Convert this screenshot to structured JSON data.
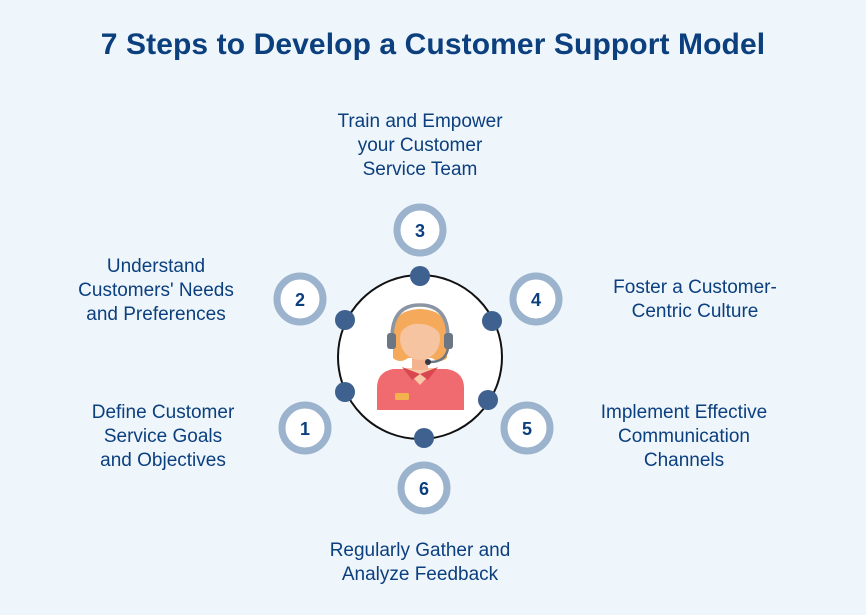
{
  "title": "7 Steps to Develop a Customer Support Model",
  "colors": {
    "title": "#0b3f7e",
    "ring": "#9cb3cd",
    "dot": "#3f618f",
    "background": "#eef5fb",
    "number": "#0b3f7e"
  },
  "steps": [
    {
      "number": "1",
      "label": "Define Customer\nService Goals\nand Objectives"
    },
    {
      "number": "2",
      "label": "Understand\nCustomers' Needs\nand Preferences"
    },
    {
      "number": "3",
      "label": "Train and Empower\nyour Customer\nService Team"
    },
    {
      "number": "4",
      "label": "Foster a Customer-\nCentric Culture"
    },
    {
      "number": "5",
      "label": "Implement Effective\nCommunication\nChannels"
    },
    {
      "number": "6",
      "label": "Regularly Gather and\nAnalyze Feedback"
    }
  ],
  "center_icon": "customer-support-agent-icon"
}
